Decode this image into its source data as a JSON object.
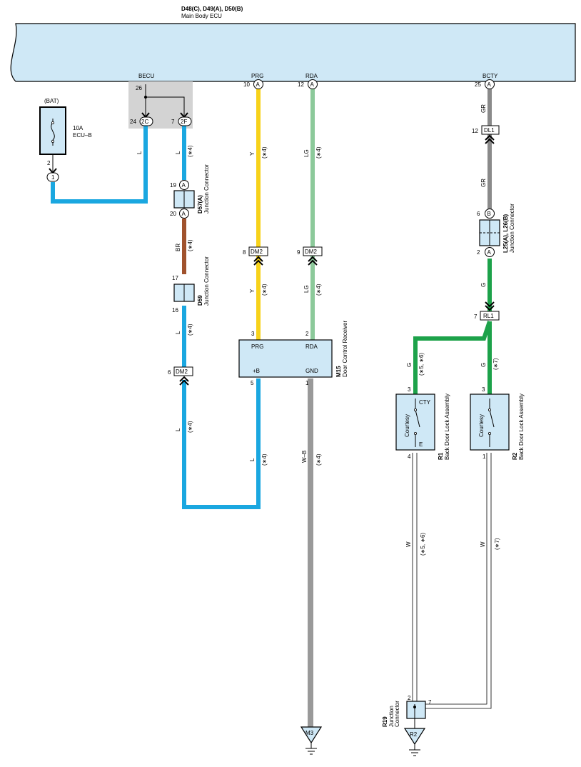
{
  "ecu": {
    "title": "D48(C), D49(A), D50(B)",
    "subtitle": "Main Body ECU"
  },
  "ecu_pins": {
    "becu": "BECU",
    "prg": "PRG",
    "rda": "RDA",
    "bcty": "BCTY"
  },
  "pins": {
    "p26": "26",
    "p24": "24",
    "c2c": "2C",
    "p7": "7",
    "c2f": "2F",
    "p10": "10",
    "p12": "12",
    "p25": "25",
    "a": "A",
    "b": "B",
    "p19": "19",
    "p20": "20",
    "p17": "17",
    "p16": "16",
    "p6": "6",
    "p8": "8",
    "p9": "9",
    "p3": "3",
    "p2": "2",
    "p5": "5",
    "p1": "1",
    "p4": "4",
    "bat2": "2",
    "bat1": "1"
  },
  "fuse": {
    "source": "(BAT)",
    "rating": "10A",
    "name": "ECU–B"
  },
  "connectors": {
    "dm2": "DM2",
    "dl1": "DL1",
    "rl1": "RL1"
  },
  "wires": {
    "l": "L",
    "y": "Y",
    "lg": "LG",
    "gr": "GR",
    "br": "BR",
    "g": "G",
    "wb": "W–B",
    "w": "W",
    "n4": "(∗4)",
    "n56": "(∗5, ∗6)",
    "n7": "(∗7)"
  },
  "components": {
    "d57": {
      "id": "D57(A)",
      "name": "Junction Connector"
    },
    "d59": {
      "id": "D59",
      "name": "Junction Connector"
    },
    "l25": {
      "id": "L25(A), L26(B)",
      "name": "Junction Connector"
    },
    "m15": {
      "id": "M15",
      "name": "Door Control Receiver",
      "prg": "PRG",
      "rda": "RDA",
      "b": "+B",
      "gnd": "GND"
    },
    "r1": {
      "id": "R1",
      "name": "Back Door Lock Assembly",
      "sw": "Courtesy",
      "cty": "CTY",
      "e": "E"
    },
    "r2": {
      "id": "R2",
      "name": "Back Door Lock Assembly",
      "sw": "Courtesy"
    },
    "r19": {
      "id": "R19",
      "name1": "Junction",
      "name2": "Connector"
    }
  },
  "grounds": {
    "m3": "M3",
    "r2g": "R2"
  },
  "colors": {
    "ecu_fill": "#cfe8f6",
    "L": "#1aa7e0",
    "Y": "#f7d21a",
    "LG": "#8cc99a",
    "GR": "#8a8a8a",
    "BR": "#a0522d",
    "G": "#1da24a",
    "shade": "#d3d3d3"
  }
}
